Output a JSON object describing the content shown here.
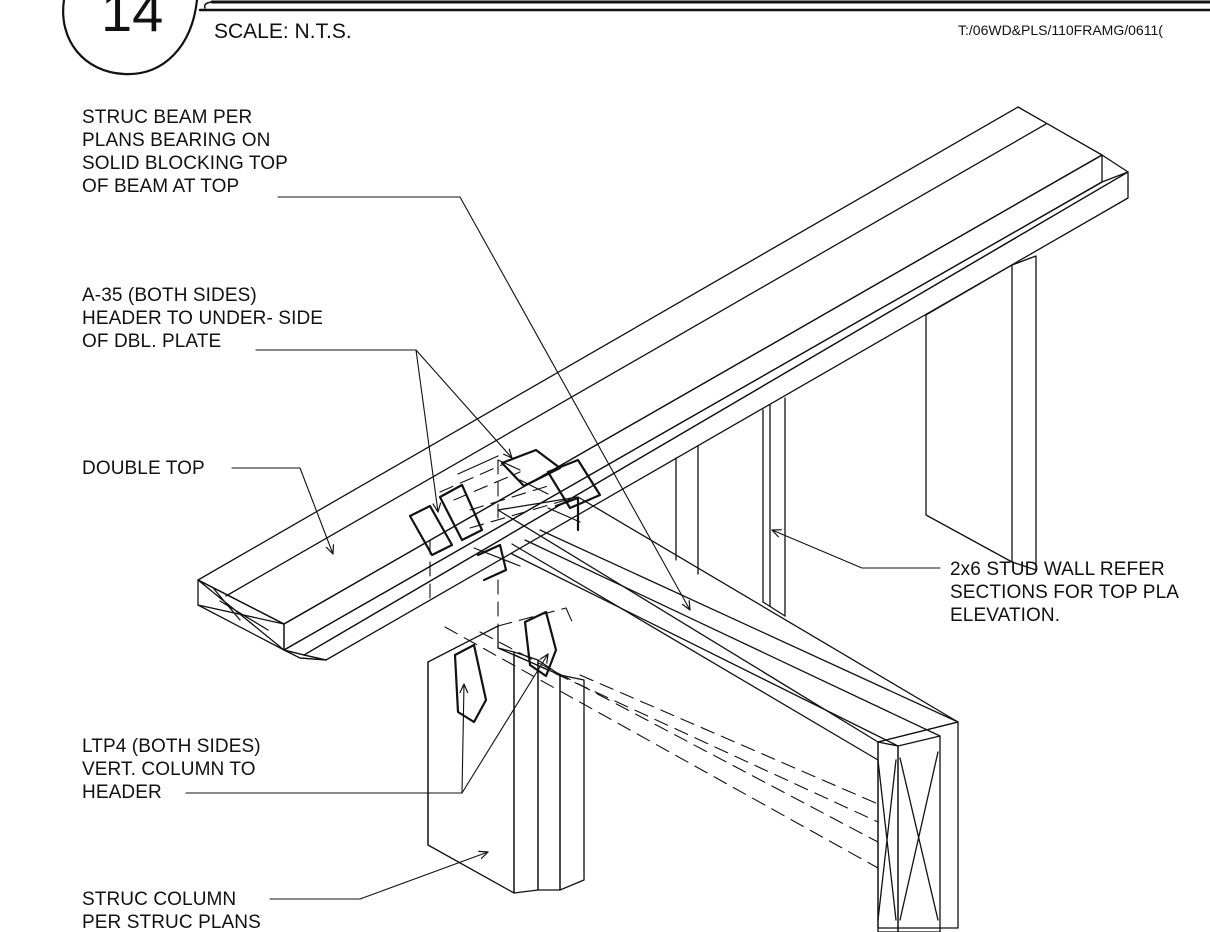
{
  "header": {
    "detail_number": "14",
    "scale": "SCALE: N.T.S.",
    "file_path": "T:/06WD&PLS/110FRAMG/0611("
  },
  "callouts": {
    "struc_beam": [
      "STRUC BEAM PER",
      "PLANS BEARING ON",
      "SOLID BLOCKING TOP",
      "OF BEAM AT TOP"
    ],
    "a35": [
      "A-35 (BOTH SIDES)",
      "HEADER TO UNDER- SIDE",
      "OF DBL. PLATE"
    ],
    "double_top": [
      "DOUBLE TOP"
    ],
    "stud_wall": [
      "2x6 STUD WALL  REFER",
      "SECTIONS FOR TOP PLA",
      "ELEVATION."
    ],
    "ltp4": [
      "LTP4 (BOTH SIDES)",
      "VERT. COLUMN TO",
      "HEADER"
    ],
    "struc_column": [
      "STRUC COLUMN",
      "PER STRUC PLANS"
    ]
  },
  "colors": {
    "ink": "#111111",
    "paper": "#ffffff"
  }
}
